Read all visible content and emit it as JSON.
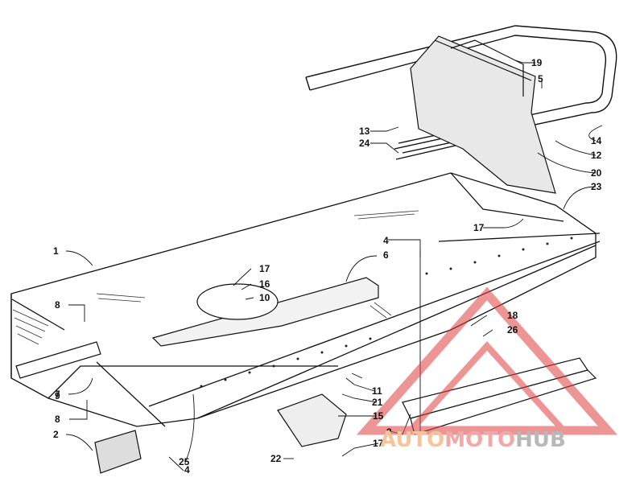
{
  "diagram": {
    "callouts": [
      "1",
      "2",
      "3",
      "4",
      "5",
      "6",
      "7",
      "8",
      "9",
      "10",
      "11",
      "12",
      "13",
      "14",
      "15",
      "16",
      "17",
      "18",
      "19",
      "20",
      "21",
      "22",
      "23",
      "24",
      "25",
      "26"
    ],
    "watermark": {
      "part1": "AUTO",
      "part2": "MOTO",
      "part3": "HUB"
    }
  },
  "colors": {
    "line": "#111111",
    "watermark_red": "#e04040",
    "watermark_orange": "#f0b070",
    "watermark_gray": "#9a9a9a"
  }
}
